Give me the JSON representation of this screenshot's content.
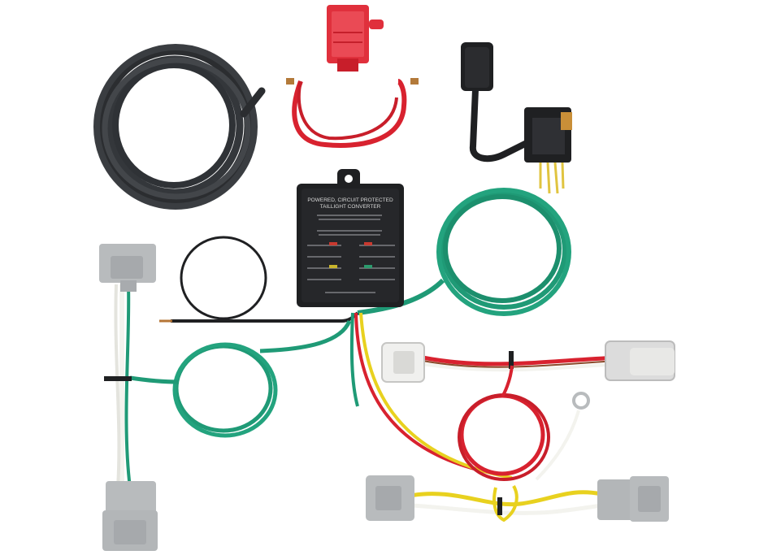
{
  "photo": {
    "subject": "trailer-wiring-harness-kit",
    "colors": {
      "background": "#ffffff",
      "black_cable": "#2b2d30",
      "red_wire": "#d8222f",
      "green_wire": "#1f9a76",
      "yellow_wire": "#e8d11f",
      "white_wire": "#f3f3ee",
      "connector_gray": "#b8bbbd",
      "module_black": "#1f2022",
      "fuse_red": "#e0303c"
    }
  },
  "module_label": {
    "line1": "POWERED, CIRCUIT PROTECTED",
    "line2": "TAILLIGHT CONVERTER"
  }
}
